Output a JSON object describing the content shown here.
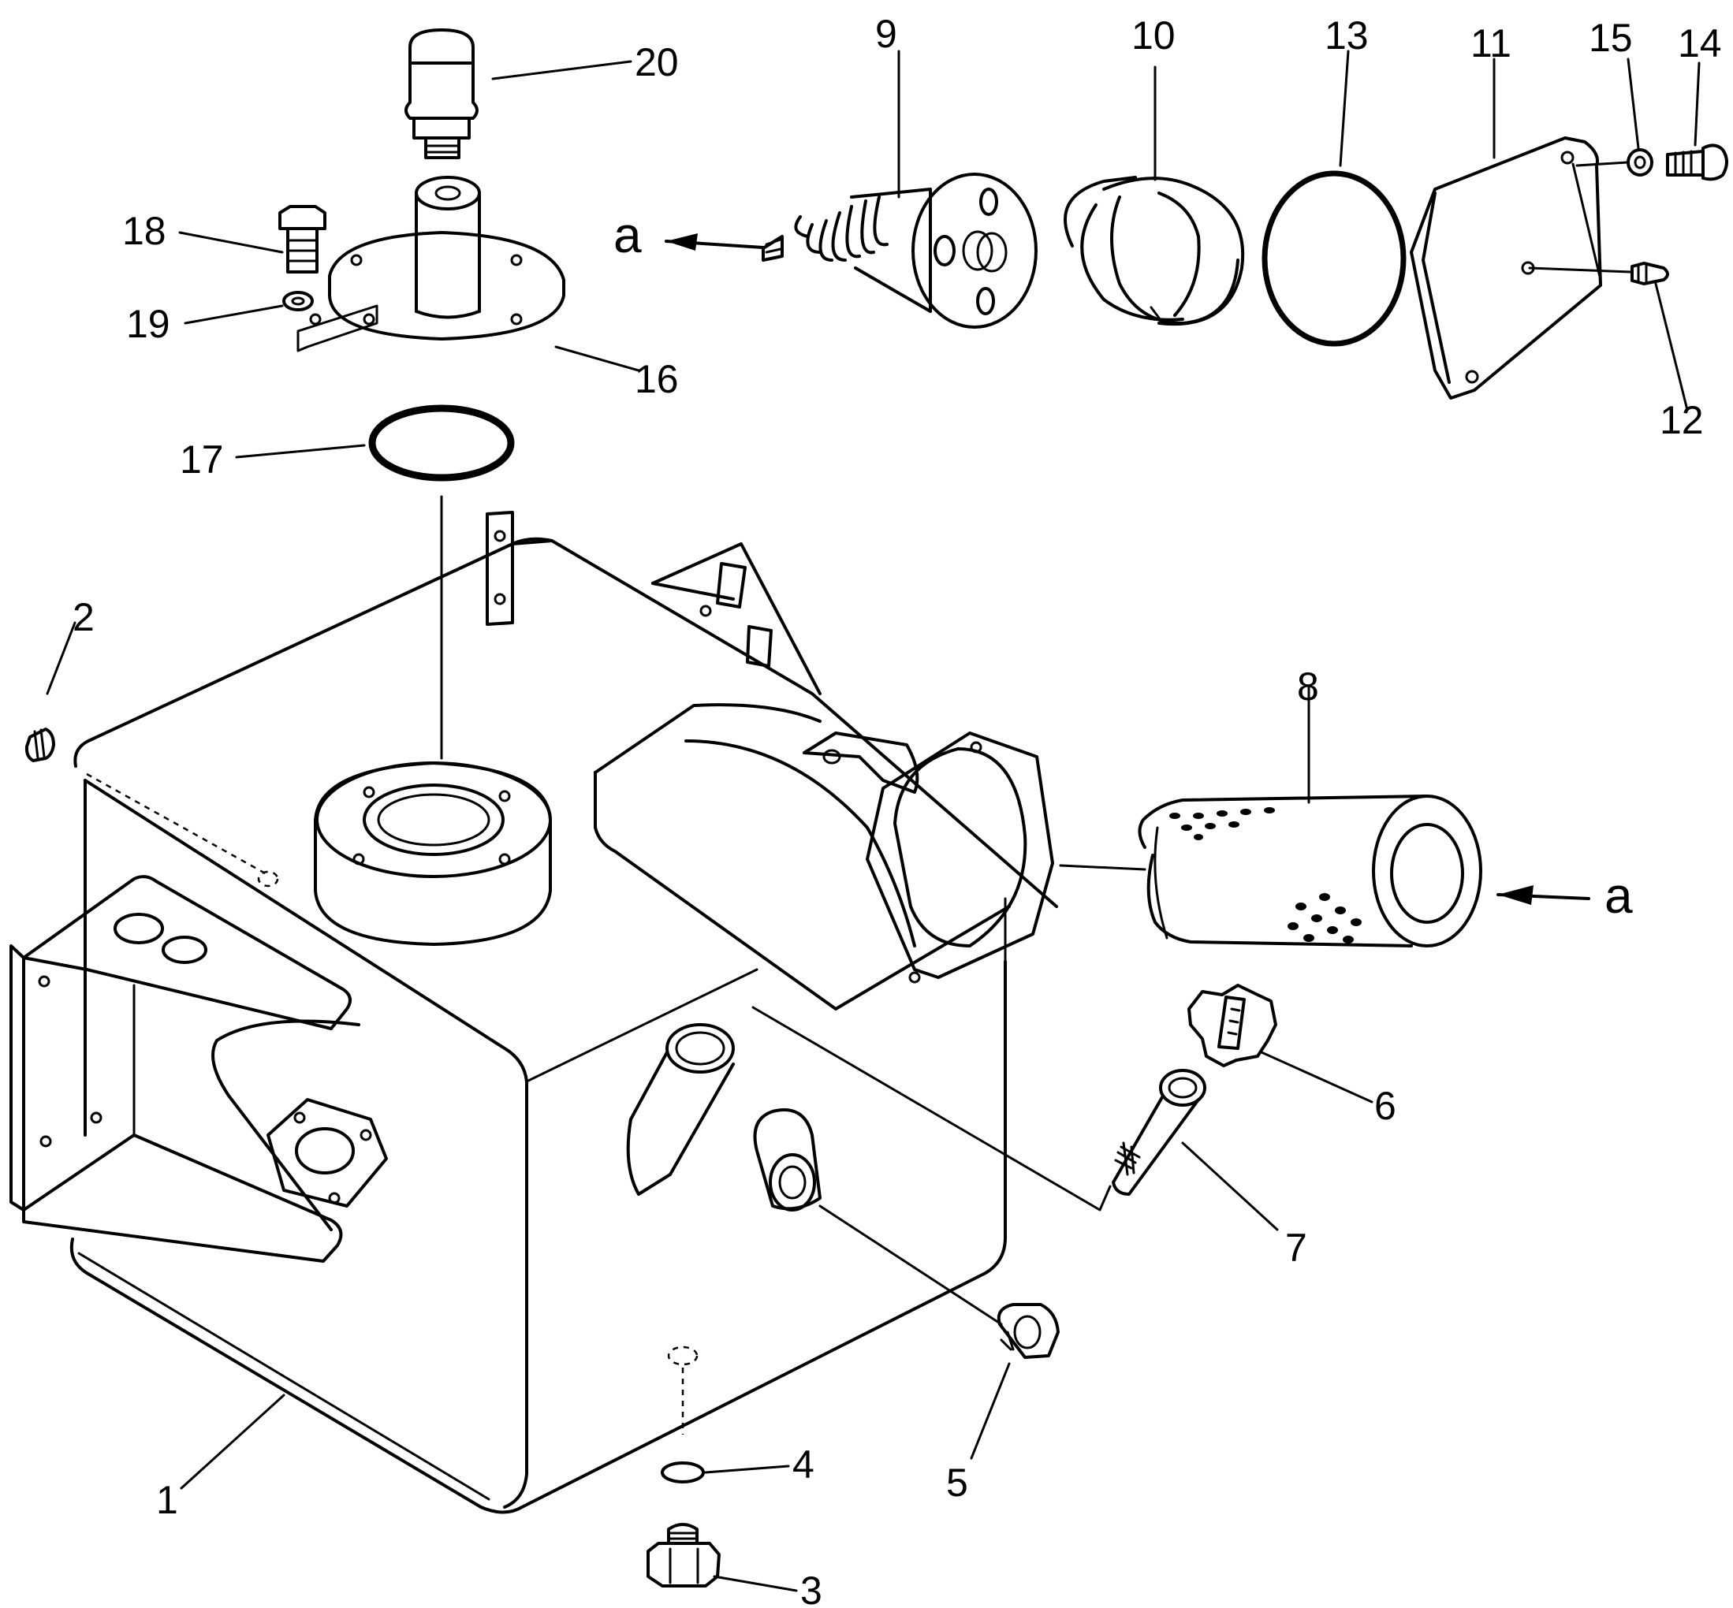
{
  "diagram": {
    "labels": {
      "p1": "1",
      "p2": "2",
      "p3": "3",
      "p4": "4",
      "p5": "5",
      "p6": "6",
      "p7": "7",
      "p8": "8",
      "p9": "9",
      "p10": "10",
      "p11": "11",
      "p12": "12",
      "p13": "13",
      "p14": "14",
      "p15": "15",
      "p16": "16",
      "p17": "17",
      "p18": "18",
      "p19": "19",
      "p20": "20"
    },
    "arrow_labels": {
      "left": "a",
      "right": "a"
    }
  }
}
